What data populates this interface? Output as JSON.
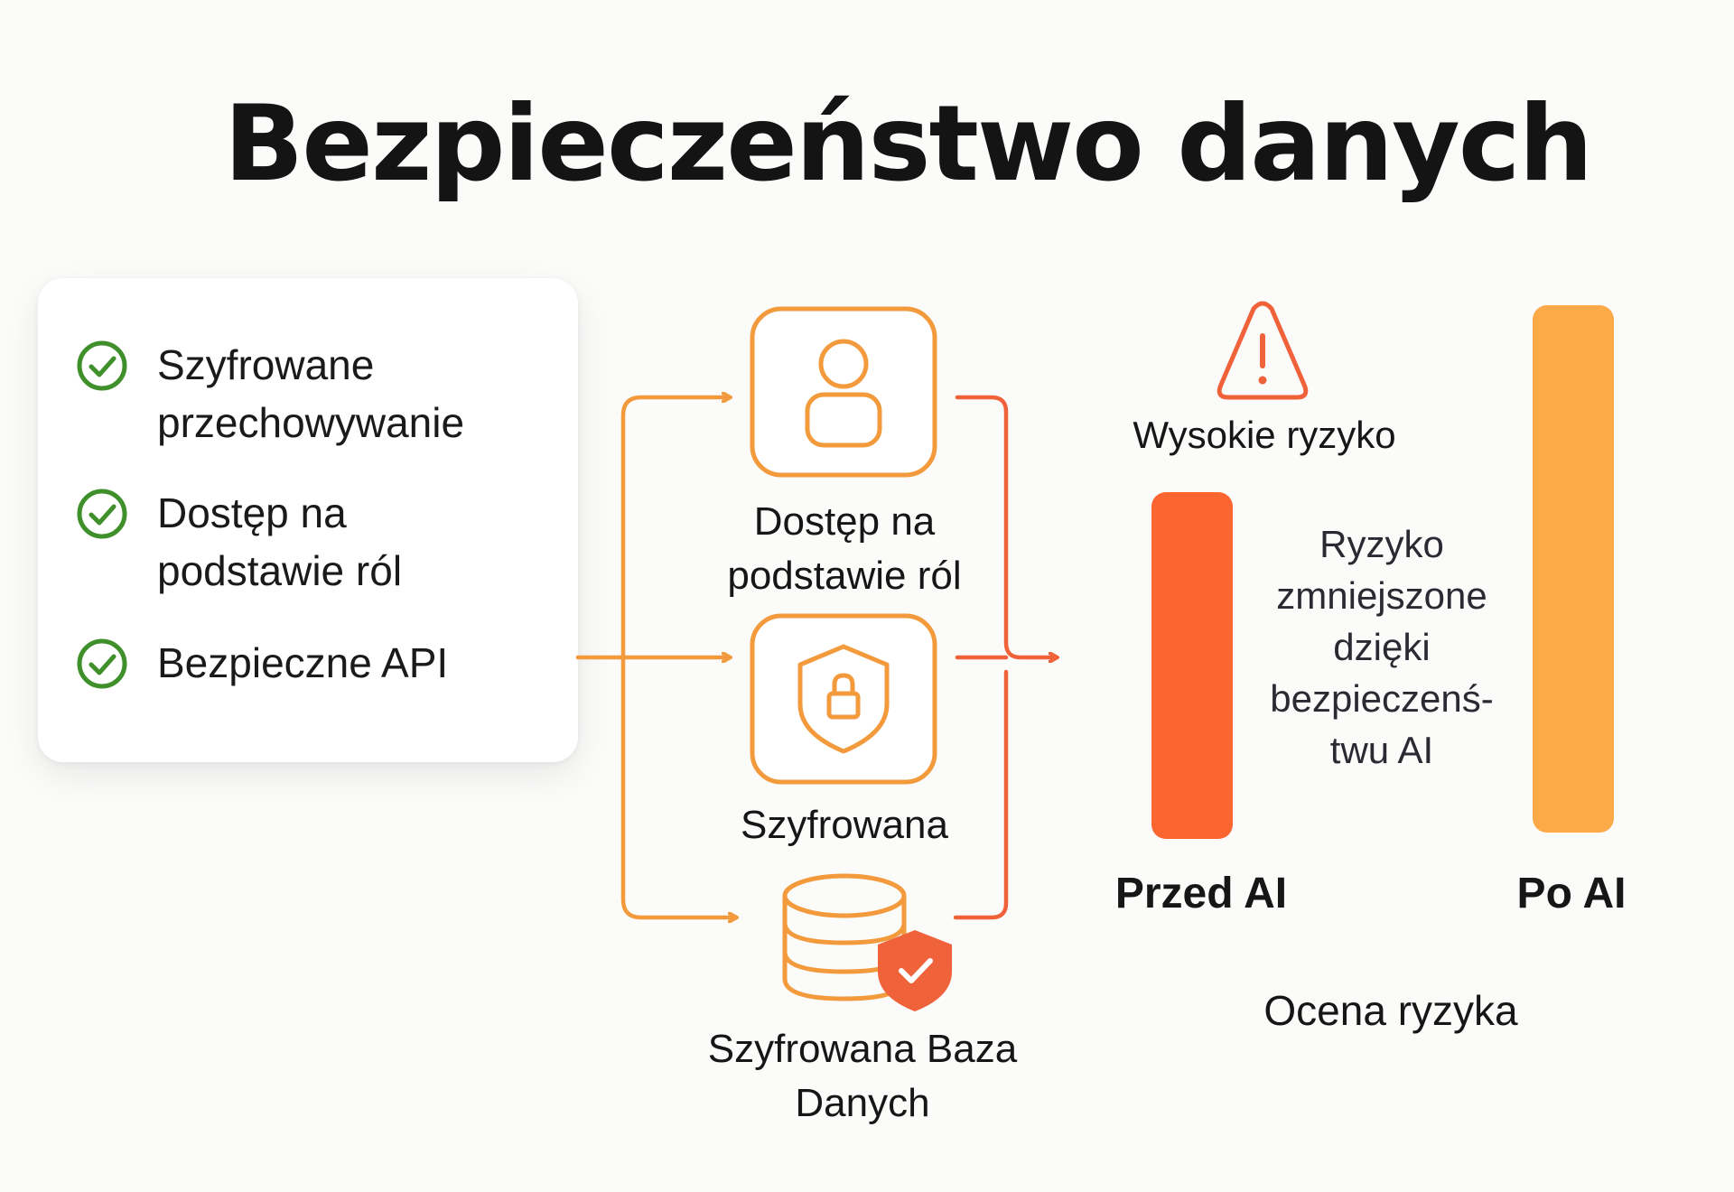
{
  "title": "Bezpieczeństwo danych",
  "features": [
    {
      "label": "Szyfrowane przechowywanie",
      "icon": "check-circle-icon"
    },
    {
      "label": "Dostęp na podstawie ról",
      "icon": "check-circle-icon"
    },
    {
      "label": "Bezpieczne API",
      "icon": "check-circle-icon"
    }
  ],
  "nodes": {
    "role_access": {
      "label": "Dostęp  na podstawie ról",
      "icon": "user-icon"
    },
    "encrypted": {
      "label": "Szyfrowana",
      "icon": "shield-lock-icon"
    },
    "database": {
      "label": "Szyfrowana Baza Danych",
      "icon": "database-shield-icon"
    }
  },
  "risk": {
    "warning_label": "Wysokie ryzyko",
    "reduced_label": "Ryzyko zmniejszone dzięki bezpieczenś- twu AI",
    "before_label": "Przed AI",
    "after_label": "Po AI",
    "caption": "Ocena ryzyka"
  },
  "colors": {
    "orange": "#f39a3d",
    "red_orange": "#f0623a",
    "bar_before": "#fb6530",
    "bar_after": "#fbaa47",
    "check_green": "#3f8f2a",
    "text": "#161616"
  }
}
